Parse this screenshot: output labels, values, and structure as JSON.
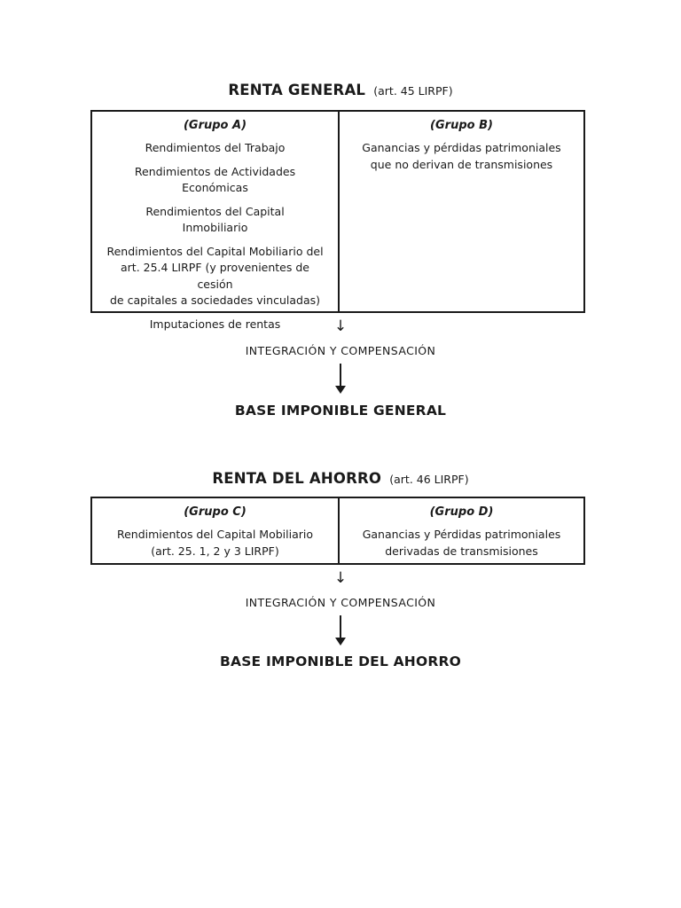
{
  "page": {
    "background_color": "#ffffff",
    "text_color": "#1a1a1a"
  },
  "glyphs": {
    "arrow_down": "↓"
  },
  "sections": [
    {
      "id": "renta-general",
      "title": "RENTA GENERAL",
      "title_suffix": "(art. 45 LIRPF)",
      "table": {
        "columns": [
          {
            "header": "(Grupo A)",
            "items": [
              "Rendimientos del Trabajo",
              "Rendimientos de Actividades\nEconómicas",
              "Rendimientos del Capital\nInmobiliario",
              "Rendimientos del Capital Mobiliario del\nart. 25.4 LIRPF (y provenientes de cesión\nde capitales a sociedades vinculadas)",
              "Imputaciones de rentas"
            ]
          },
          {
            "header": "(Grupo B)",
            "items": [
              "Ganancias y pérdidas patrimoniales\nque no derivan de transmisiones"
            ]
          }
        ]
      },
      "flow": {
        "step_label": "INTEGRACIÓN Y COMPENSACIÓN",
        "result_label": "BASE IMPONIBLE GENERAL"
      }
    },
    {
      "id": "renta-del-ahorro",
      "title": "RENTA DEL AHORRO",
      "title_suffix": "(art. 46 LIRPF)",
      "table": {
        "columns": [
          {
            "header": "(Grupo C)",
            "items": [
              "Rendimientos del Capital Mobiliario\n(art. 25. 1, 2 y 3 LIRPF)"
            ]
          },
          {
            "header": "(Grupo D)",
            "items": [
              "Ganancias y Pérdidas patrimoniales\nderivadas de transmisiones"
            ]
          }
        ]
      },
      "flow": {
        "step_label": "INTEGRACIÓN Y COMPENSACIÓN",
        "result_label": "BASE IMPONIBLE DEL AHORRO"
      }
    }
  ]
}
